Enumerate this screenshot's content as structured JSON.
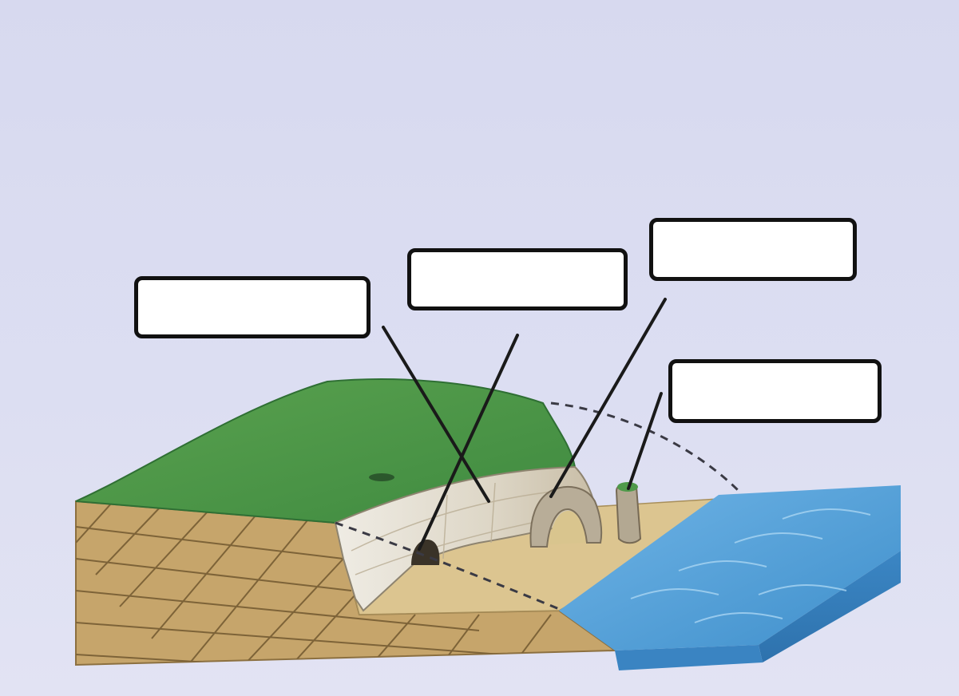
{
  "diagram": {
    "labels": [
      {
        "id": "label-1",
        "text": ""
      },
      {
        "id": "label-2",
        "text": ""
      },
      {
        "id": "label-3",
        "text": ""
      },
      {
        "id": "label-4",
        "text": ""
      }
    ],
    "colors": {
      "background": "#d9dbf0",
      "grass": "#4f9a4a",
      "rock_strata": "#c4a46a",
      "cliff_face": "#e6e2d6",
      "beach_platform": "#dcc590",
      "sea": "#4a9bd4",
      "label_border": "#111111",
      "label_fill": "#ffffff"
    }
  }
}
